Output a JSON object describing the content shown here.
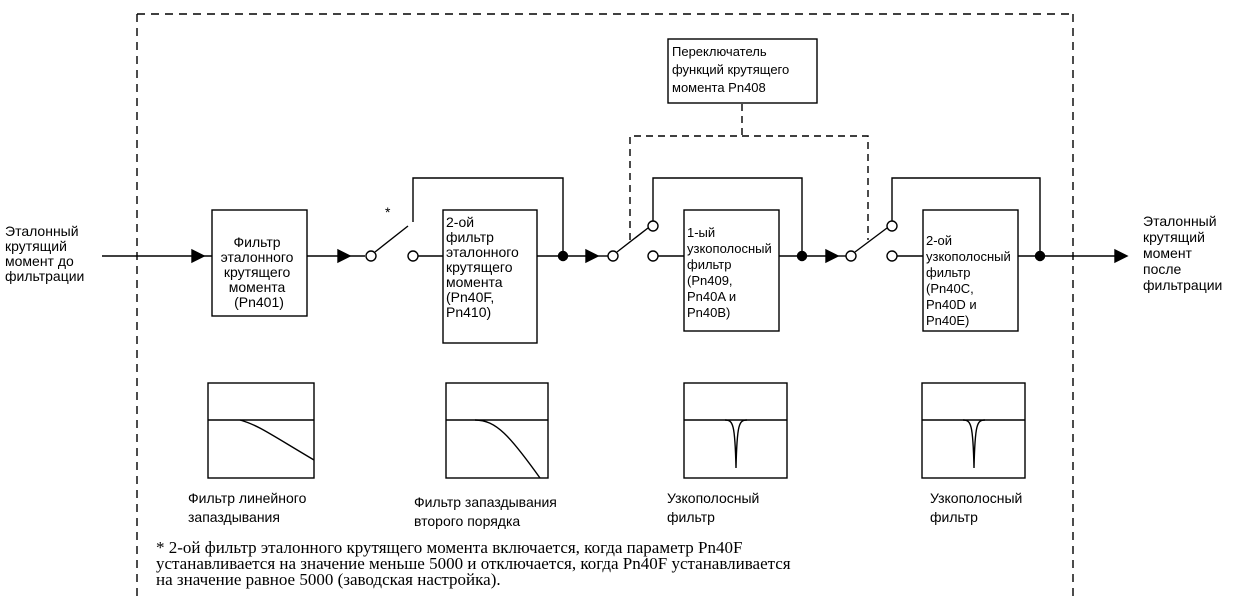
{
  "input_label": [
    "Эталонный",
    "крутящий",
    "момент до",
    "фильтрации"
  ],
  "output_label": [
    "Эталонный",
    "крутящий",
    "момент",
    "после",
    "фильтрации"
  ],
  "asterisk": "*",
  "blocks": {
    "first_filter": [
      "Фильтр",
      "эталонного",
      "крутящего",
      "момента",
      "(Pn401)"
    ],
    "second_filter": [
      "2-ой",
      "фильтр",
      "эталонного",
      "крутящего",
      "момента",
      "(Pn40F,",
      "Pn410)"
    ],
    "notch1": [
      "1-ый",
      "узкополосный",
      "фильтр",
      "(Pn409,",
      "Pn40A и",
      "Pn40B)"
    ],
    "notch2": [
      "2-ой",
      "узкополосный",
      "фильтр",
      "(Pn40C,",
      "Pn40D и",
      "Pn40E)"
    ],
    "switch_function": [
      "Переключатель",
      "функций крутящего",
      "момента Pn408"
    ]
  },
  "captions": {
    "lag1": [
      "Фильтр линейного",
      "запаздывания"
    ],
    "lag2": [
      "Фильтр запаздывания",
      "второго порядка"
    ],
    "notch1": [
      "Узкополосный",
      "фильтр"
    ],
    "notch2": [
      "Узкополосный",
      "фильтр"
    ]
  },
  "footnote": [
    "*  2-ой фильтр эталонного крутящего момента включается, когда параметр Pn40F",
    "устанавливается на значение меньше 5000 и отключается, когда Pn40F устанавливается",
    "на значение равное 5000 (заводская настройка)."
  ]
}
